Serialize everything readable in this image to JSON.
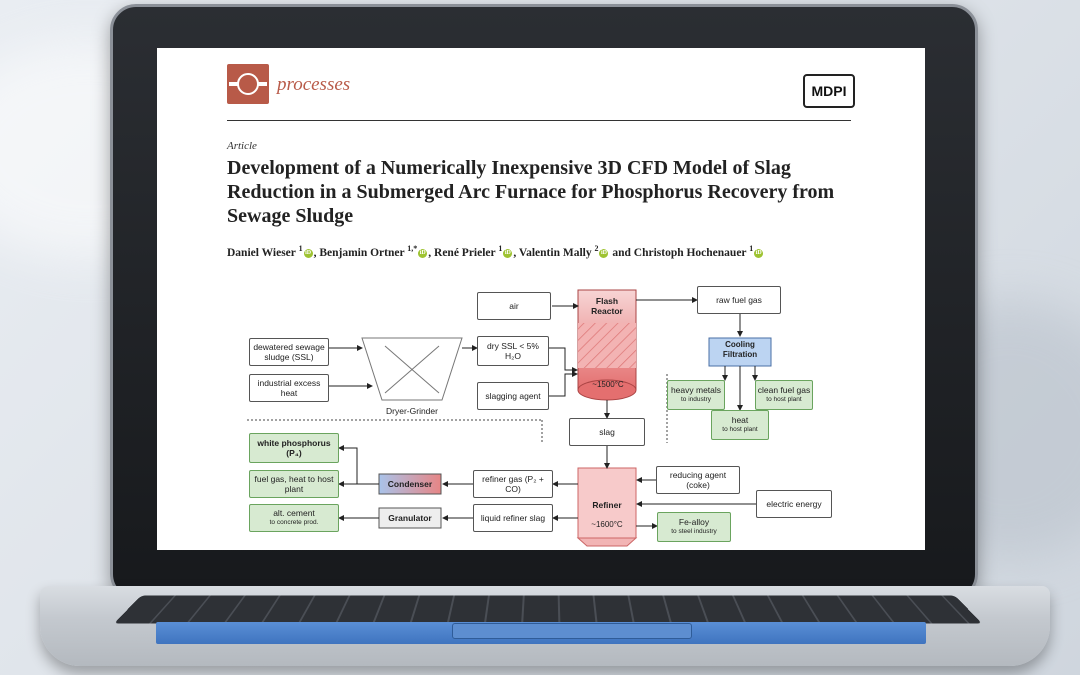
{
  "paper": {
    "journal": "processes",
    "publisher": "MDPI",
    "article_type": "Article",
    "title": "Development of a Numerically Inexpensive 3D CFD Model of Slag Reduction in a Submerged Arc Furnace for Phosphorus Recovery from Sewage Sludge",
    "authors": [
      {
        "name": "Daniel Wieser",
        "aff": "1"
      },
      {
        "name": "Benjamin Ortner",
        "aff": "1,*"
      },
      {
        "name": "René Prieler",
        "aff": "1"
      },
      {
        "name": "Valentin Mally",
        "aff": "2"
      },
      {
        "name": "Christoph Hochenauer",
        "aff": "1"
      }
    ],
    "author_separators": [
      ", ",
      ", ",
      ", ",
      " and "
    ]
  },
  "diagram": {
    "air": "air",
    "flash_reactor": "Flash Reactor",
    "flash_temp": "~1500°C",
    "raw_fuel_gas": "raw fuel gas",
    "cooling_filtration": "Cooling Filtration",
    "dewatered_ssl": "dewatered sewage sludge (SSL)",
    "industrial_heat": "industrial excess heat",
    "dryer_grinder": "Dryer-Grinder",
    "dry_ssl": "dry SSL < 5% H₂O",
    "slagging_agent": "slagging agent",
    "heavy_metals": "heavy metals",
    "heavy_metals_sub": "to industry",
    "clean_fuel_gas": "clean fuel gas",
    "clean_fuel_gas_sub": "to host plant",
    "heat": "heat",
    "heat_sub": "to host plant",
    "slag": "slag",
    "white_phosphorus": "white phosphorus (P₄)",
    "fuel_gas_heat": "fuel gas, heat to host plant",
    "condenser": "Condenser",
    "refiner_gas": "refiner gas (P₂ + CO)",
    "reducing_agent": "reducing agent (coke)",
    "electric_energy": "electric energy",
    "refiner": "Refiner",
    "refiner_temp": "~1600°C",
    "alt_cement": "alt. cement",
    "alt_cement_sub": "to concrete prod.",
    "granulator": "Granulator",
    "liquid_refiner_slag": "liquid refiner slag",
    "fe_alloy": "Fe-alloy",
    "fe_alloy_sub": "to steel industry"
  },
  "colors": {
    "journal_accent": "#b85a48",
    "green_box": "#d7ead1",
    "reactor_red": "#e87c7c",
    "cooling_blue": "#bcd4f2",
    "condenser_red": "#e08f8f"
  }
}
